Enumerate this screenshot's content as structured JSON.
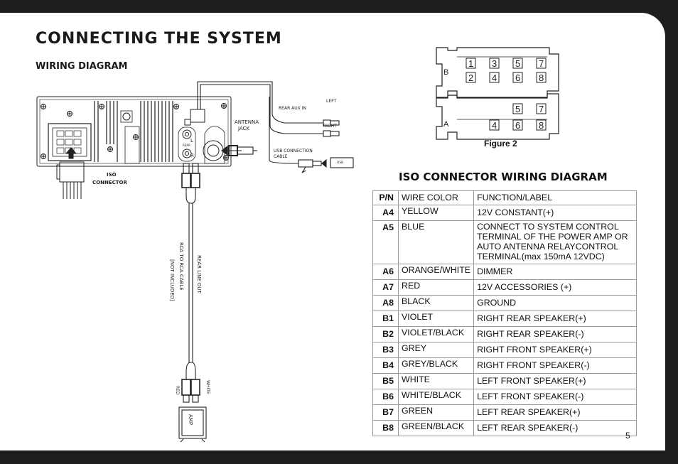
{
  "header": {
    "title": "CONNECTING THE SYSTEM",
    "subtitle": "WIRING DIAGRAM"
  },
  "diagram": {
    "iso_connector": "ISO\nCONNECTOR",
    "antenna_jack": "ANTENNA\nJACK",
    "rear_aux_in": "REAR AUX IN",
    "left": "LEFT",
    "right": "RIGHT",
    "usb_connection": "USB CONNECTION\nCABLE",
    "usb": "USB",
    "l": "L",
    "r": "R",
    "rear": "REAR",
    "rear_line_out": "REAR LINE OUT",
    "rca_cable": "RCA TO RCA CABLE",
    "not_included": "[NOT INCLUDED]",
    "white": "WHITE",
    "red": "RED",
    "amp": "AMP",
    "antenna_circle": "ANTENNA JACK"
  },
  "figure2": {
    "caption": "Figure 2",
    "row_b_label": "B",
    "row_a_label": "A",
    "b_top": [
      "1",
      "3",
      "5",
      "7"
    ],
    "b_bottom": [
      "2",
      "4",
      "6",
      "8"
    ],
    "a_top": [
      "5",
      "7"
    ],
    "a_bottom": [
      "4",
      "6",
      "8"
    ]
  },
  "iso_table": {
    "title": "ISO CONNECTOR WIRING DIAGRAM",
    "headers": [
      "P/N",
      "WIRE COLOR",
      "FUNCTION/LABEL"
    ],
    "rows": [
      {
        "pn": "A4",
        "color": "YELLOW",
        "func": "12V CONSTANT(+)"
      },
      {
        "pn": "A5",
        "color": "BLUE",
        "func": "CONNECT TO SYSTEM CONTROL TERMINAL OF THE POWER AMP OR AUTO ANTENNA RELAYCONTROL TERMINAL(max 150mA 12VDC)"
      },
      {
        "pn": "A6",
        "color": "ORANGE/WHITE",
        "func": "DIMMER"
      },
      {
        "pn": "A7",
        "color": "RED",
        "func": "12V ACCESSORIES (+)"
      },
      {
        "pn": "A8",
        "color": "BLACK",
        "func": "GROUND"
      },
      {
        "pn": "B1",
        "color": "VIOLET",
        "func": "RIGHT REAR SPEAKER(+)"
      },
      {
        "pn": "B2",
        "color": "VIOLET/BLACK",
        "func": "RIGHT REAR SPEAKER(-)"
      },
      {
        "pn": "B3",
        "color": "GREY",
        "func": "RIGHT FRONT SPEAKER(+)"
      },
      {
        "pn": "B4",
        "color": "GREY/BLACK",
        "func": "RIGHT FRONT SPEAKER(-)"
      },
      {
        "pn": "B5",
        "color": "WHITE",
        "func": "LEFT FRONT SPEAKER(+)"
      },
      {
        "pn": "B6",
        "color": "WHITE/BLACK",
        "func": "LEFT FRONT SPEAKER(-)"
      },
      {
        "pn": "B7",
        "color": "GREEN",
        "func": "LEFT REAR SPEAKER(+)"
      },
      {
        "pn": "B8",
        "color": "GREEN/BLACK",
        "func": "LEFT REAR SPEAKER(-)"
      }
    ]
  },
  "footer": {
    "page_number": "5"
  }
}
